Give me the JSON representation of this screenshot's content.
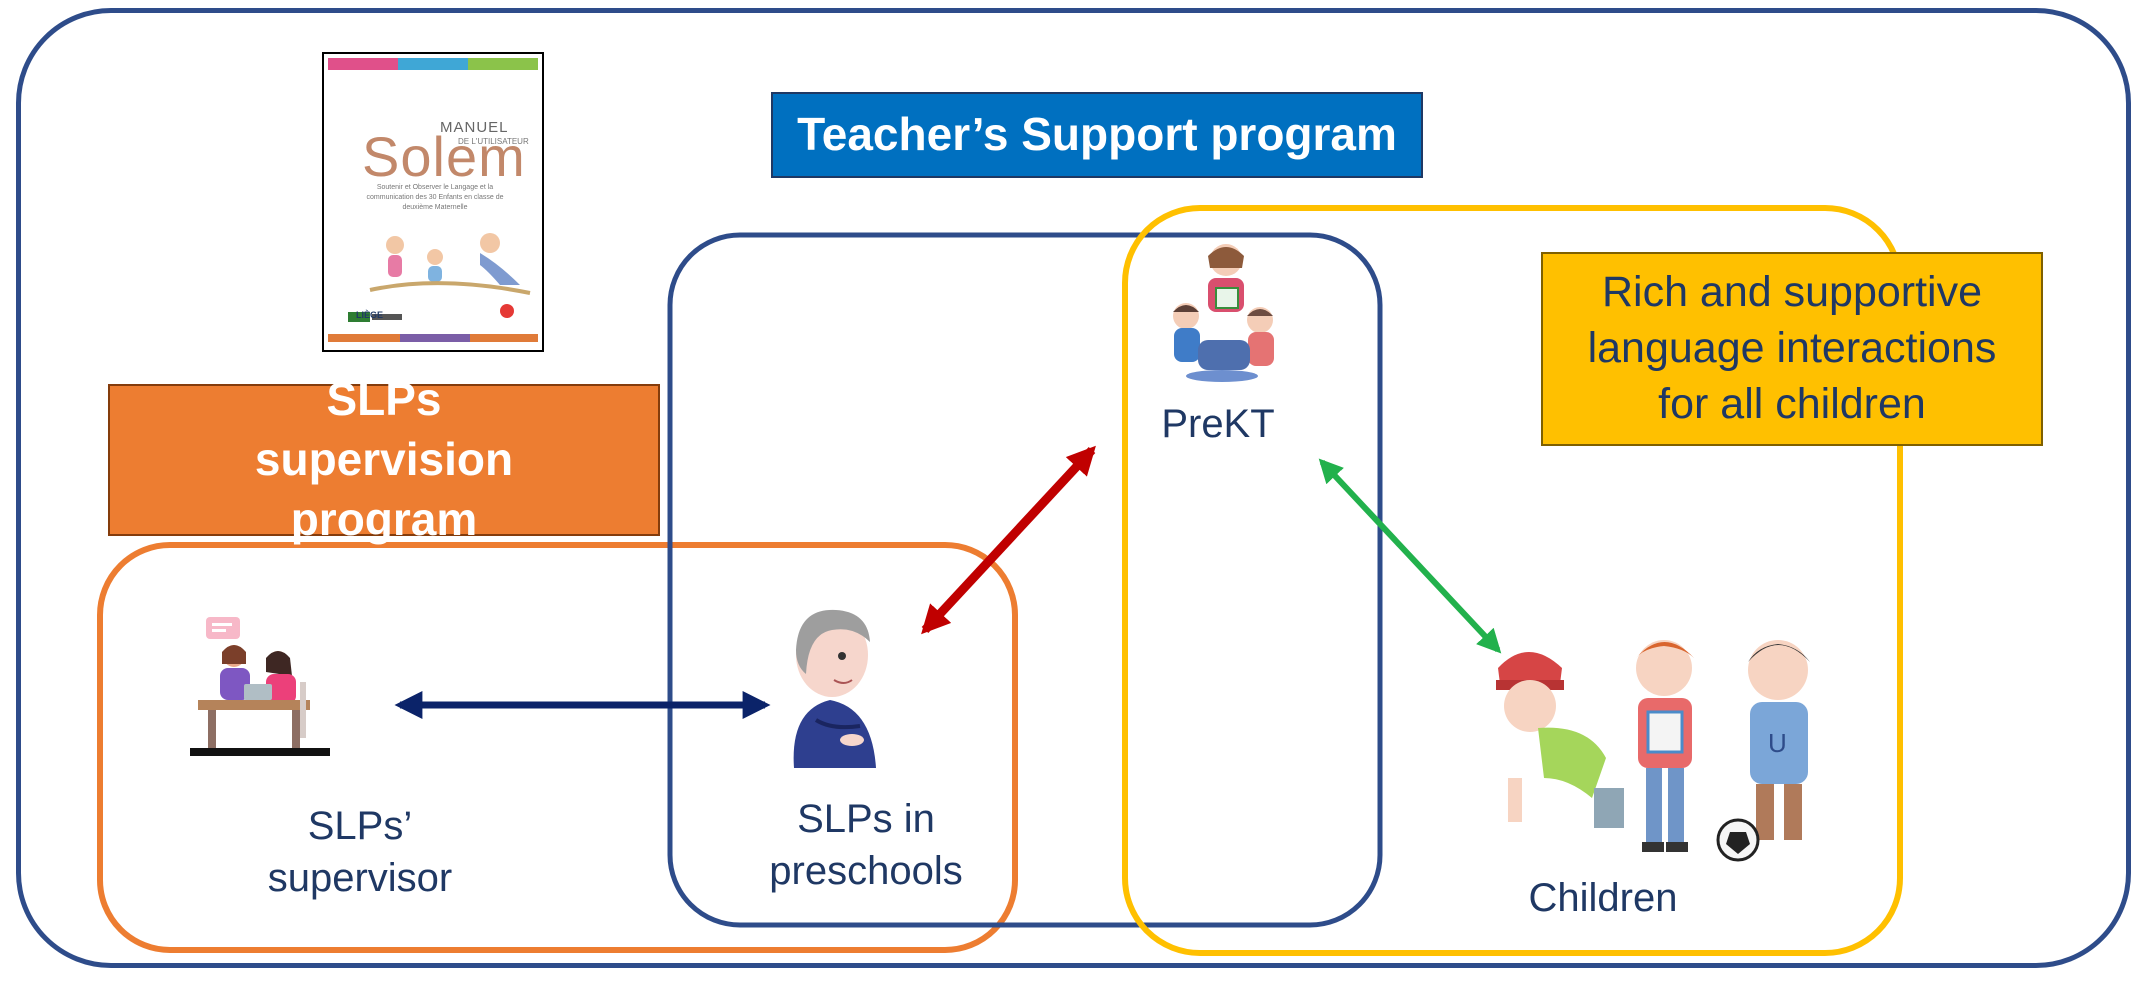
{
  "boxes": {
    "teacher_support": "Teacher’s Support program",
    "slp_supervision": "SLPs supervision program",
    "rich_interactions": "Rich and supportive language interactions for all children"
  },
  "manual_cover": {
    "top_text": "MANUEL",
    "sub_text": "DE L'UTILISATEUR",
    "title": "Solem",
    "description": "Soutenir et Observer le Langage et la communication des 30 Enfants en classe de deuxième Maternelle",
    "logo": "LIÈGE"
  },
  "nodes": {
    "supervisor": "SLPs’ supervisor",
    "slps": "SLPs in preschools",
    "prekt": "PreKT",
    "children": "Children"
  },
  "colors": {
    "outer": "#2E4C8A",
    "orange": "#ED7D31",
    "yellow": "#FFC000",
    "blue_title": "#0070C0",
    "navy_arrow": "#0B2369",
    "red_arrow": "#C00000",
    "green_arrow": "#22B14C"
  },
  "icons": [
    "manual-cover-icon",
    "supervisor-meeting-icon",
    "slp-person-icon",
    "teacher-reading-icon",
    "children-group-icon"
  ]
}
